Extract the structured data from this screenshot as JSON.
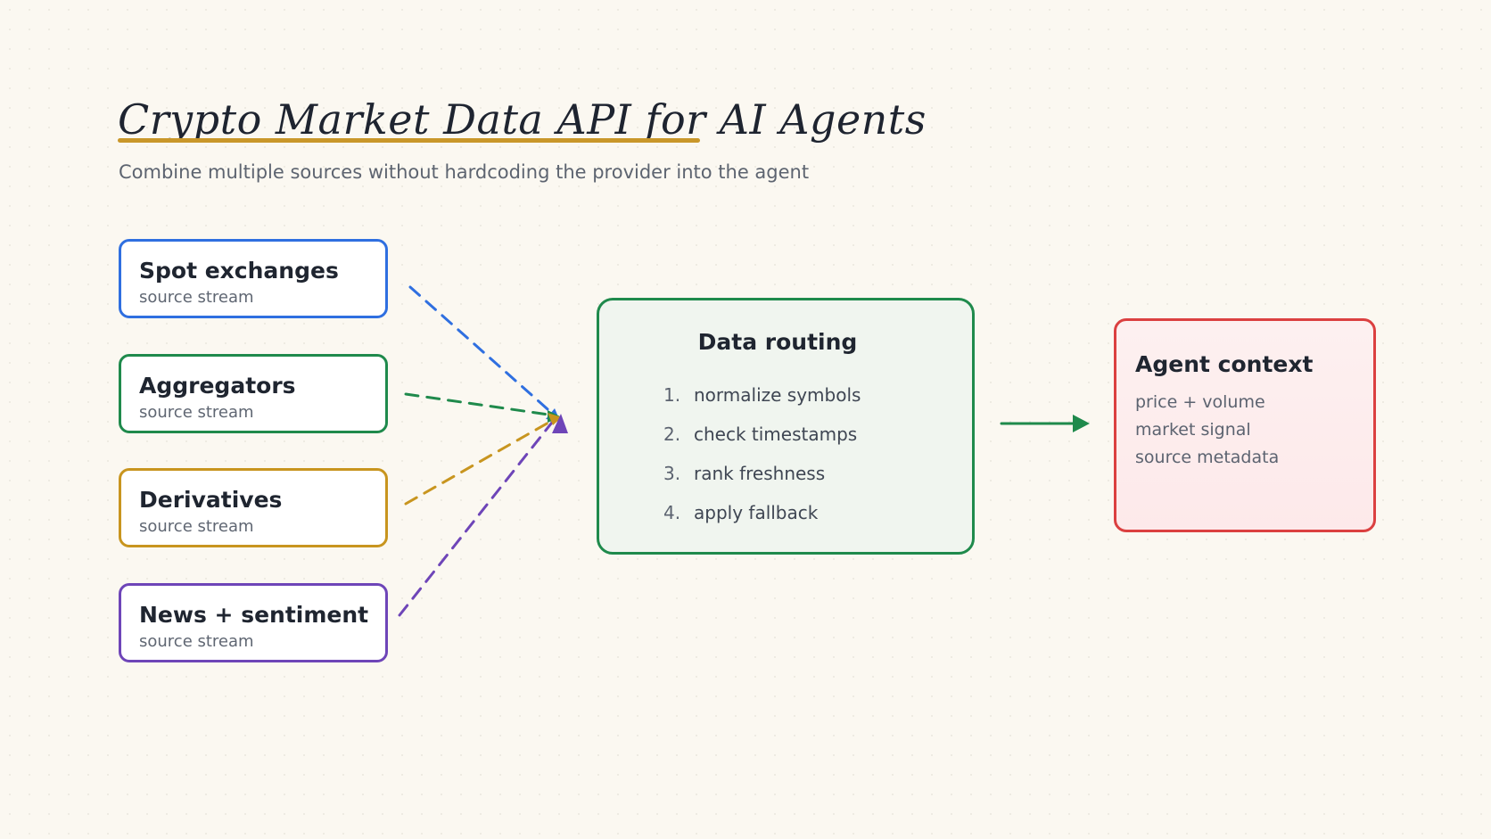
{
  "header": {
    "title": "Crypto Market Data API for AI Agents",
    "subtitle": "Combine multiple sources without hardcoding the provider into the agent"
  },
  "sources": [
    {
      "key": "spot",
      "label": "Spot exchanges",
      "sublabel": "source stream",
      "color": "#2f6fe0"
    },
    {
      "key": "aggregators",
      "label": "Aggregators",
      "sublabel": "source stream",
      "color": "#1f8a4c"
    },
    {
      "key": "derivatives",
      "label": "Derivatives",
      "sublabel": "source stream",
      "color": "#c8951f"
    },
    {
      "key": "news",
      "label": "News + sentiment",
      "sublabel": "source stream",
      "color": "#6e45b8"
    }
  ],
  "routing": {
    "title": "Data routing",
    "color": "#1f8a4c",
    "steps": [
      {
        "num": "1.",
        "text": "normalize symbols"
      },
      {
        "num": "2.",
        "text": "check timestamps"
      },
      {
        "num": "3.",
        "text": "rank freshness"
      },
      {
        "num": "4.",
        "text": "apply fallback"
      }
    ]
  },
  "agent_context": {
    "title": "Agent context",
    "color": "#db4040",
    "items": [
      "price + volume",
      "market signal",
      "source metadata"
    ]
  }
}
